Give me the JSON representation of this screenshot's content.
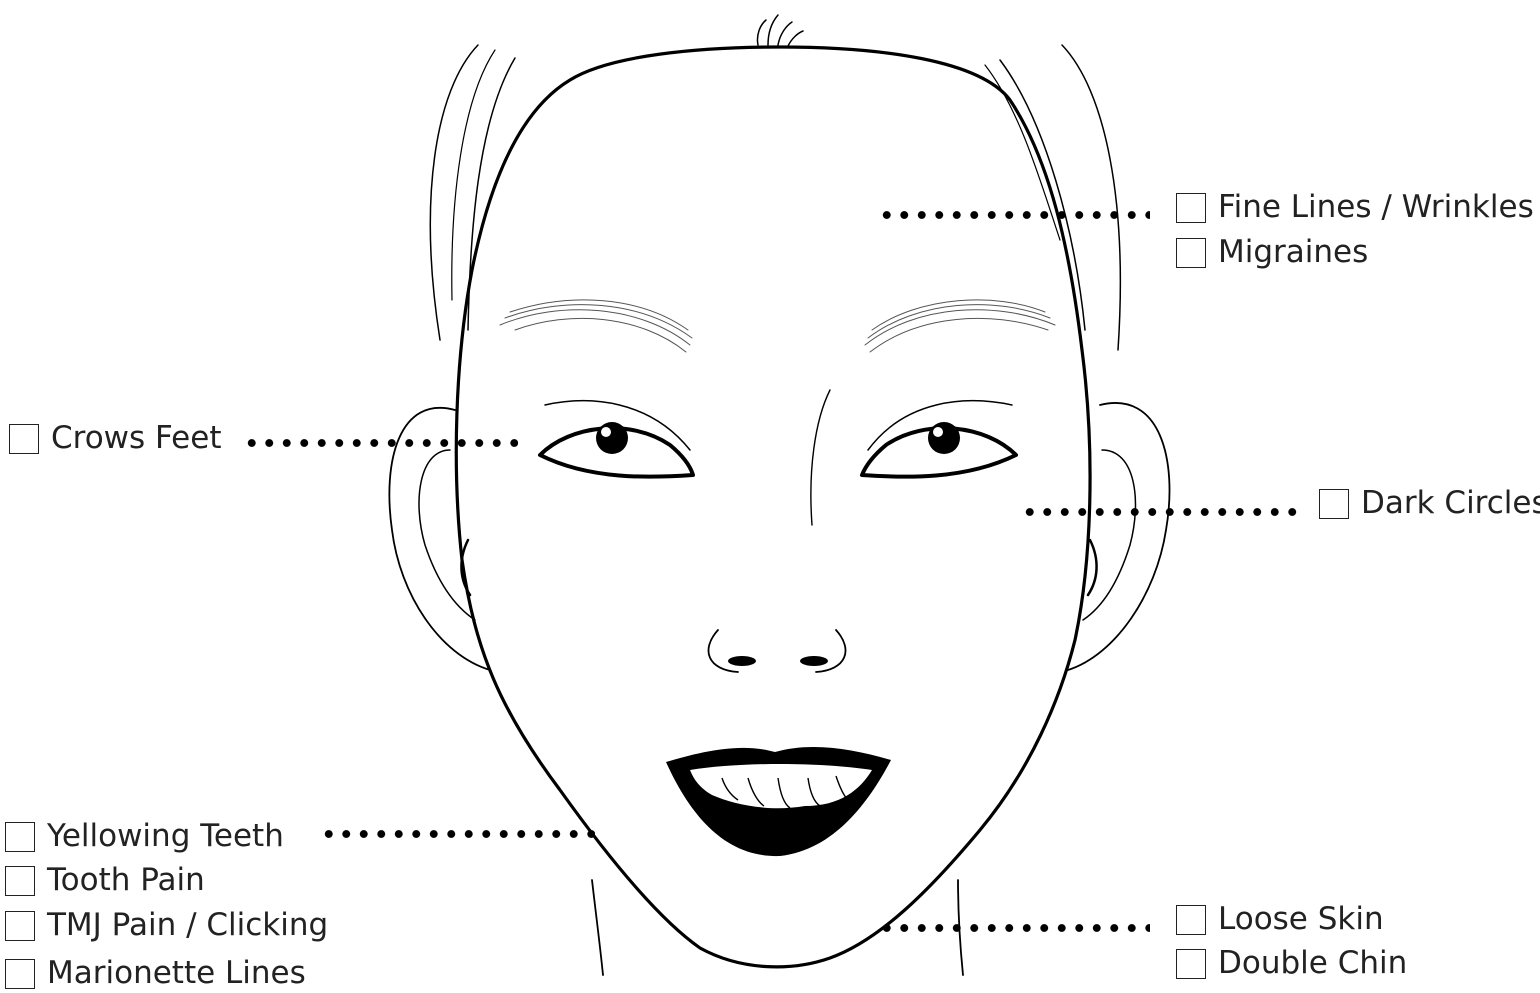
{
  "colors": {
    "ink": "#000000",
    "text": "#222222",
    "background": "#ffffff"
  },
  "icons": {
    "checkbox": "empty-square"
  },
  "groups": {
    "forehead": {
      "options": [
        {
          "label": "Fine Lines / Wrinkles",
          "checked": false
        },
        {
          "label": "Migraines",
          "checked": false
        }
      ]
    },
    "eyes_outer": {
      "options": [
        {
          "label": "Crows Feet",
          "checked": false
        }
      ]
    },
    "under_eyes": {
      "options": [
        {
          "label": "Dark Circles",
          "checked": false
        }
      ]
    },
    "mouth": {
      "options": [
        {
          "label": "Yellowing Teeth",
          "checked": false
        },
        {
          "label": "Tooth Pain",
          "checked": false
        },
        {
          "label": "TMJ Pain / Clicking",
          "checked": false
        },
        {
          "label": "Marionette Lines",
          "checked": false
        }
      ]
    },
    "jaw": {
      "options": [
        {
          "label": "Loose Skin",
          "checked": false
        },
        {
          "label": "Double Chin",
          "checked": false
        }
      ]
    }
  }
}
